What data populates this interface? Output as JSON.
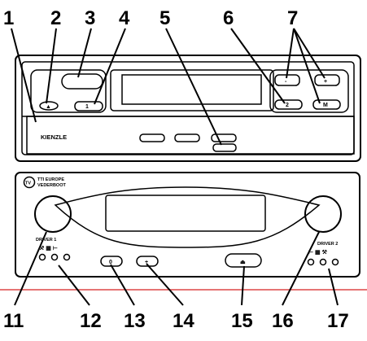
{
  "callouts": {
    "n1": "1",
    "n2": "2",
    "n3": "3",
    "n4": "4",
    "n5": "5",
    "n6": "6",
    "n7": "7",
    "n11": "11",
    "n12": "12",
    "n13": "13",
    "n14": "14",
    "n15": "15",
    "n16": "16",
    "n17": "17"
  },
  "upper_unit": {
    "brand": "KIENZLE",
    "minus_label": "-",
    "plus_label": "+",
    "button_1_label": "1",
    "button_2_label": "2",
    "button_m_label": "M"
  },
  "lower_unit": {
    "logo_letters": "TV",
    "brand_line1": "TTI EUROPE",
    "brand_line2": "VEDERBOOT",
    "driver1_label": "DRIVER 1",
    "driver2_label": "DRIVER 2",
    "button_13_label": "0",
    "button_14_label": "+"
  },
  "colors": {
    "line": "#000000",
    "divider": "#d62020",
    "background": "#ffffff"
  }
}
